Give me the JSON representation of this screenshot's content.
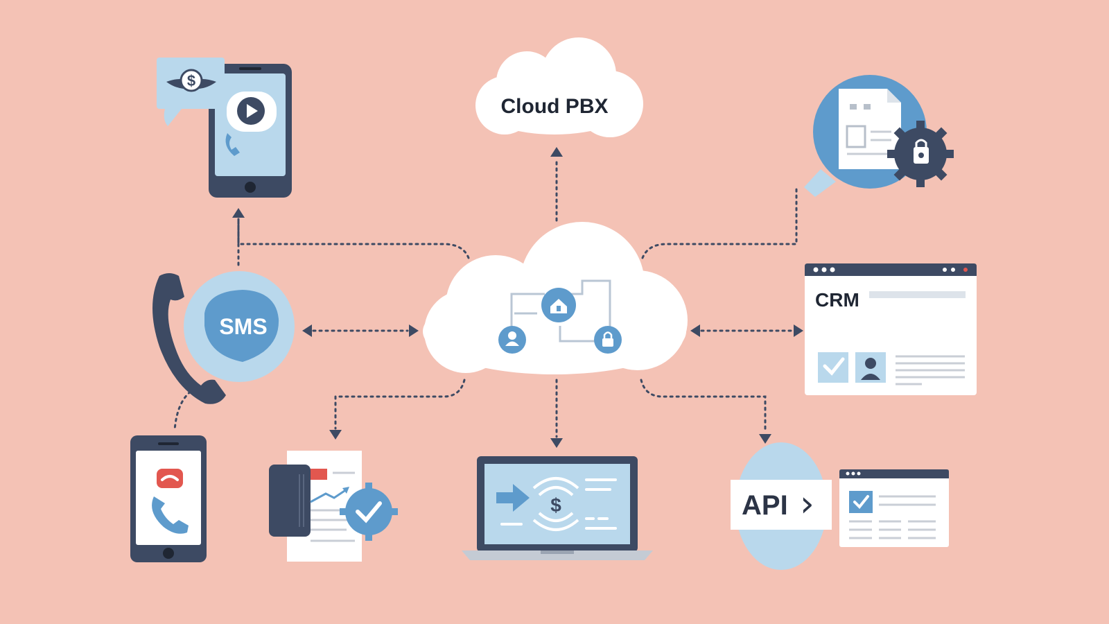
{
  "diagram": {
    "cloud_pbx_label": "Cloud PBX",
    "sms_label": "SMS",
    "crm_label": "CRM",
    "api_label": "API",
    "api_chevron": "›"
  },
  "colors": {
    "background": "#f4c2b5",
    "navy": "#3d4a63",
    "light_blue": "#b9d8ec",
    "mid_blue": "#5e9bcc",
    "white": "#ffffff",
    "red": "#e2574f",
    "connector": "#3d4a63"
  }
}
